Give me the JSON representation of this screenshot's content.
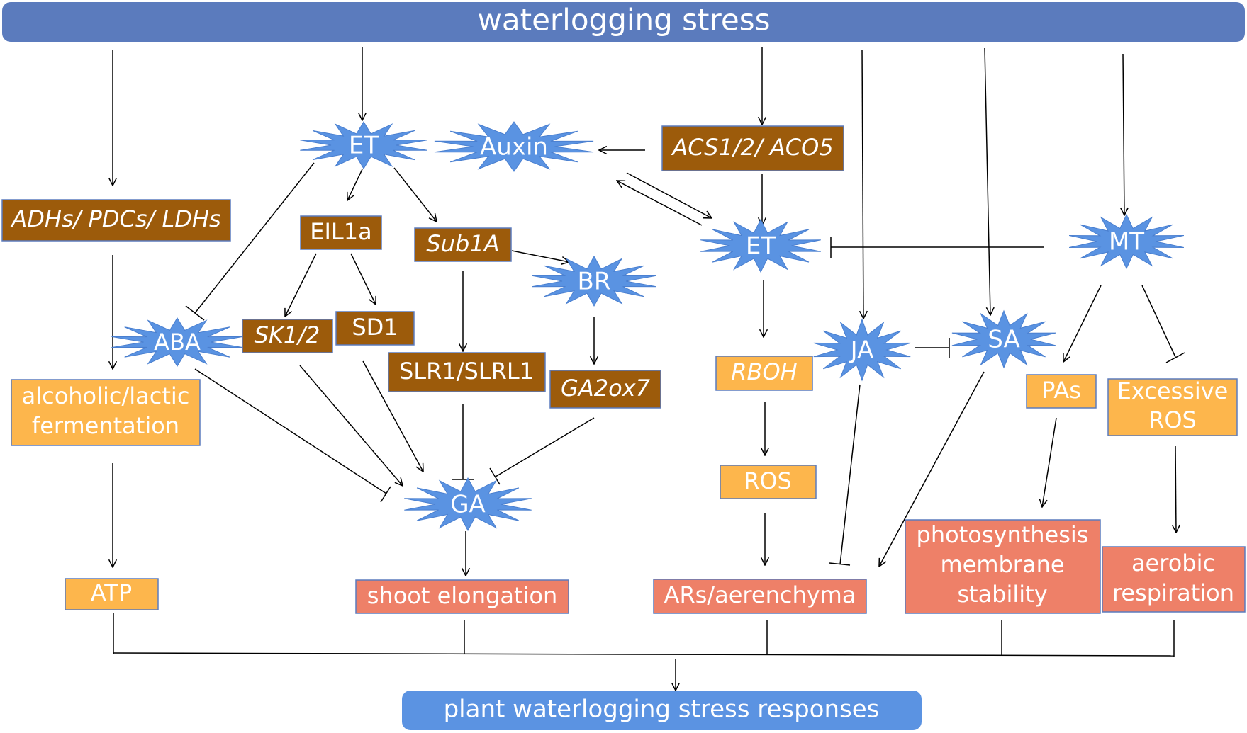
{
  "colors": {
    "header_bar": "#5b7bbd",
    "footer_bar": "#5b93e2",
    "hormone_star": "#5a93e2",
    "gene_box": "#9c5b0b",
    "process_box": "#fdb64c",
    "outcome_box": "#ee8068",
    "edge": "#000000"
  },
  "header": {
    "title": "waterlogging stress"
  },
  "footer": {
    "title": "plant waterlogging stress responses"
  },
  "hormones": {
    "et_top": "ET",
    "auxin": "Auxin",
    "et_mid": "ET",
    "mt": "MT",
    "br": "BR",
    "aba": "ABA",
    "ja": "JA",
    "sa": "SA",
    "ga": "GA"
  },
  "genes": {
    "adhs": "ADHs/ PDCs/ LDHs",
    "acs": "ACS1/2/ ACO5",
    "eil1a": "EIL1a",
    "sub1a": "Sub1A",
    "sk12": "SK1/2",
    "sd1": "SD1",
    "slr1": "SLR1/SLRL1",
    "ga2ox7": "GA2ox7"
  },
  "processes": {
    "fermentation_1": "alcoholic/lactic",
    "fermentation_2": "fermentation",
    "rboh": "RBOH",
    "ros": "ROS",
    "pas": "PAs",
    "excessive_ros_1": "Excessive",
    "excessive_ros_2": "ROS",
    "atp": "ATP"
  },
  "outcomes": {
    "shoot_elongation": "shoot elongation",
    "ars_aerenchyma": "ARs/aerenchyma",
    "photosynthesis_1": "photosynthesis",
    "photosynthesis_2": "membrane",
    "photosynthesis_3": "stability",
    "aerobic_1": "aerobic",
    "aerobic_2": "respiration"
  }
}
